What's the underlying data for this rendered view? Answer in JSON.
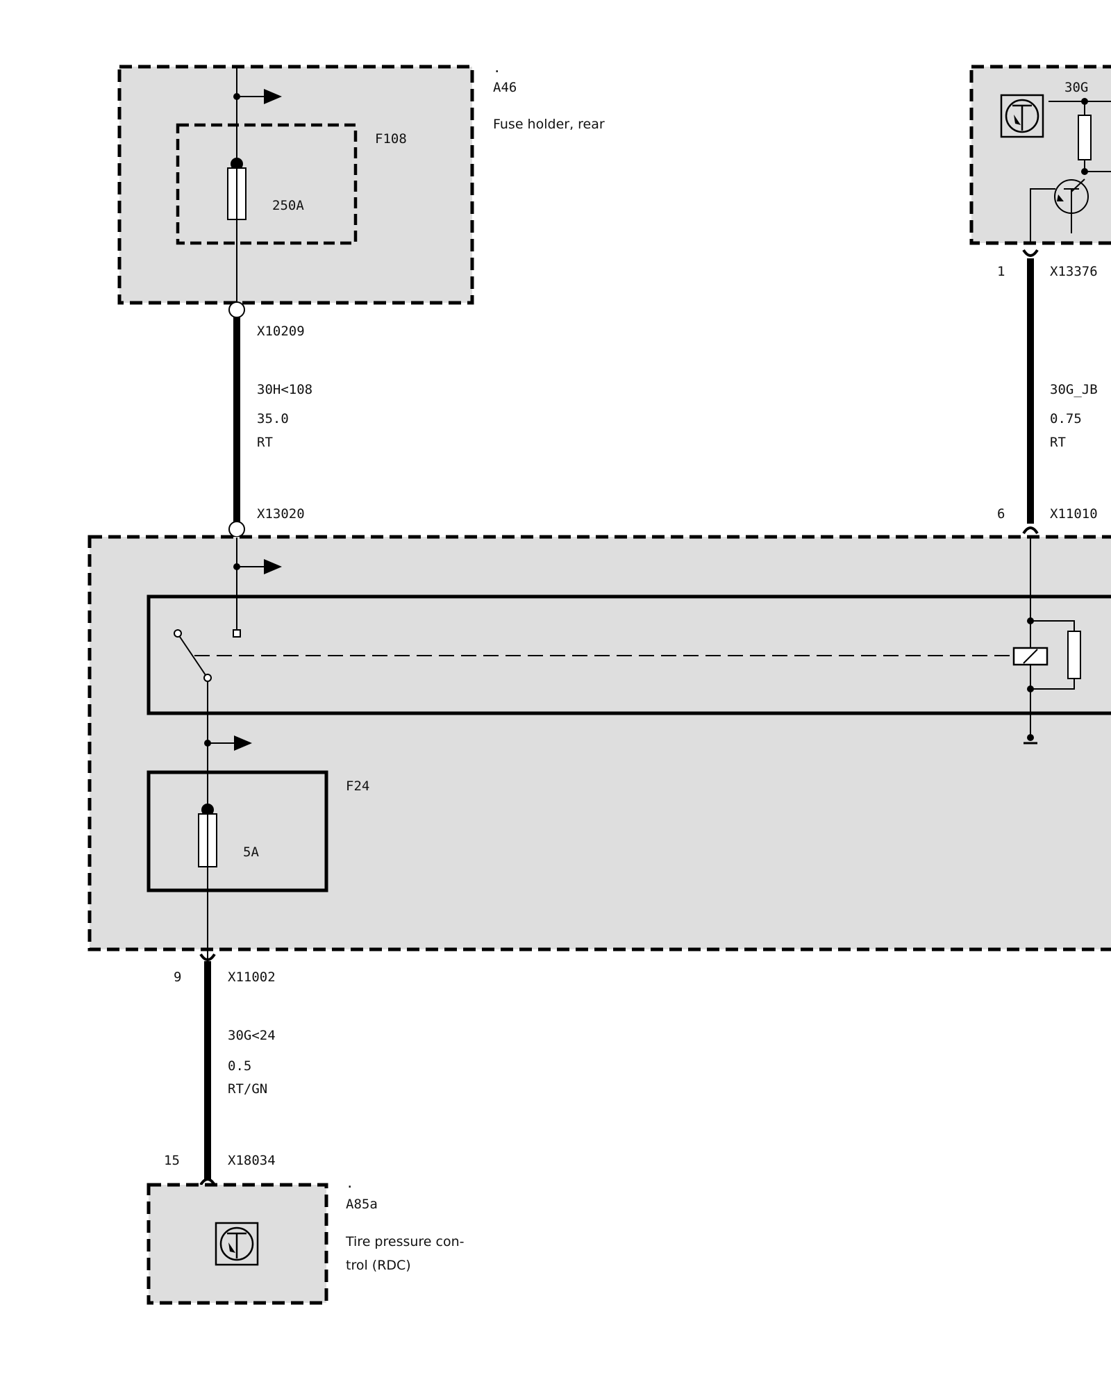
{
  "a46": {
    "dot": ".",
    "id": "A46",
    "name": "Fuse holder, rear",
    "fuse_id": "F108",
    "fuse_rating": "250A"
  },
  "wire_left": {
    "conn_top": "X10209",
    "signal": "30H<108",
    "gauge": "35.0",
    "color": "RT",
    "conn_bottom": "X13020"
  },
  "right_module": {
    "terminal": "30G"
  },
  "wire_right": {
    "pin_top": "1",
    "conn_top": "X13376",
    "signal": "30G_JB",
    "gauge": "0.75",
    "color": "RT",
    "pin_bottom": "6",
    "conn_bottom": "X11010"
  },
  "junction_box": {
    "fuse_id": "F24",
    "fuse_rating": "5A"
  },
  "wire_bottom": {
    "pin_top": "9",
    "conn_top": "X11002",
    "signal": "30G<24",
    "gauge": "0.5",
    "color": "RT/GN",
    "pin_bottom": "15",
    "conn_bottom": "X18034"
  },
  "a85a": {
    "dot": ".",
    "id": "A85a",
    "name_line1": "Tire pressure con-",
    "name_line2": "trol (RDC)"
  },
  "icons": [
    "control-unit-icon",
    "fuse-icon",
    "relay-coil-icon",
    "switch-icon",
    "transistor-icon",
    "resistor-icon",
    "ground-icon"
  ]
}
